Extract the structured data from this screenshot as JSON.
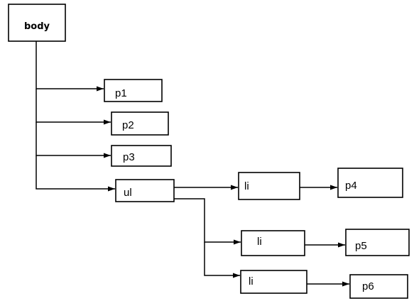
{
  "nodes": {
    "body": {
      "label": "body"
    },
    "p1": {
      "label": "p1"
    },
    "p2": {
      "label": "p2"
    },
    "p3": {
      "label": "p3"
    },
    "ul": {
      "label": "ul"
    },
    "li1": {
      "label": "li"
    },
    "li2": {
      "label": "li"
    },
    "li3": {
      "label": "li"
    },
    "p4": {
      "label": "p4"
    },
    "p5": {
      "label": "p5"
    },
    "p6": {
      "label": "p6"
    }
  },
  "edges": [
    {
      "from": "body",
      "to": "p1"
    },
    {
      "from": "body",
      "to": "p2"
    },
    {
      "from": "body",
      "to": "p3"
    },
    {
      "from": "body",
      "to": "ul"
    },
    {
      "from": "ul",
      "to": "li1"
    },
    {
      "from": "ul",
      "to": "li2"
    },
    {
      "from": "ul",
      "to": "li3"
    },
    {
      "from": "li1",
      "to": "p4"
    },
    {
      "from": "li2",
      "to": "p5"
    },
    {
      "from": "li3",
      "to": "p6"
    }
  ],
  "colors": {
    "line": "#000000",
    "box_fill": "#ffffff",
    "background": "#ffffff"
  }
}
